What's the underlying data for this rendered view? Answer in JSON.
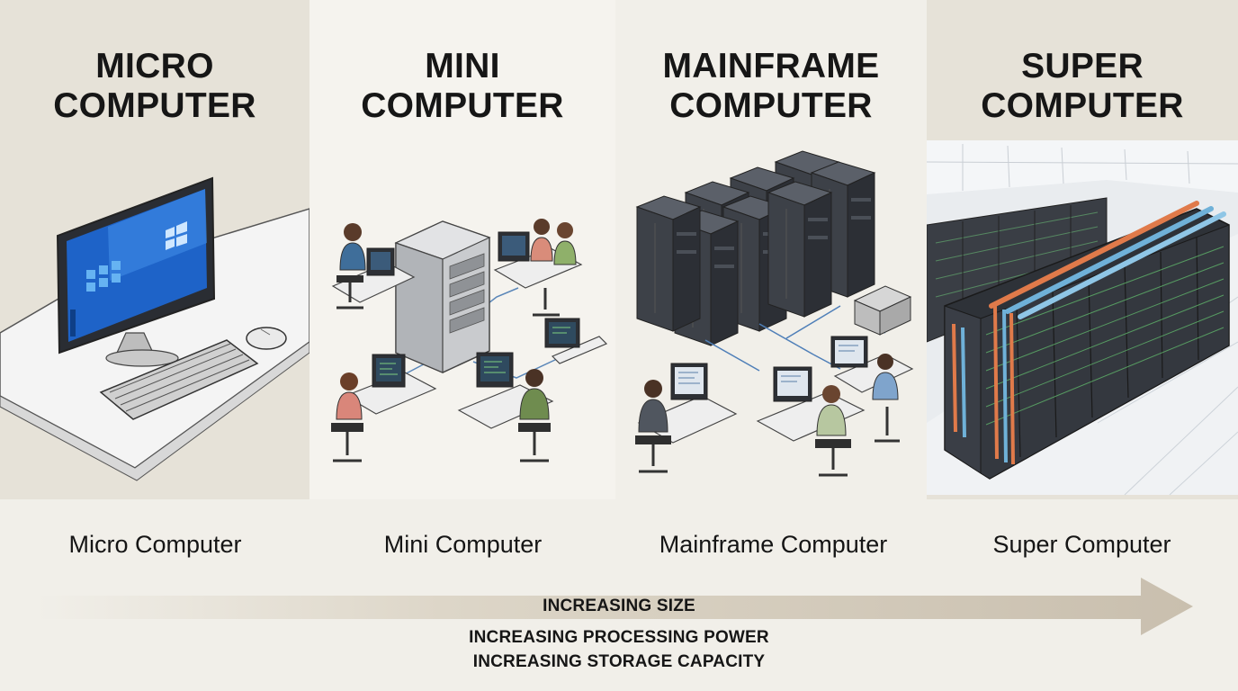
{
  "panels": {
    "micro": {
      "title_line1": "MICRO",
      "title_line2": "COMPUTER",
      "caption": "Micro Computer"
    },
    "mini": {
      "title_line1": "MINI",
      "title_line2": "COMPUTER",
      "caption": "Mini Computer"
    },
    "mainframe": {
      "title_line1": "MAINFRAME",
      "title_line2": "COMPUTER",
      "caption": "Mainframe Computer"
    },
    "super": {
      "title_line1": "SUPER",
      "title_line2": "COMPUTER",
      "caption": "Super Computer"
    }
  },
  "arrow": {
    "line1": "INCREASING SIZE",
    "line2": "INCREASING PROCESSING POWER",
    "line3": "INCREASING STORAGE CAPACITY"
  },
  "colors": {
    "panel_shade": "#e6e2d8",
    "panel_light": "#f5f3ee",
    "rack_dark": "#3d4148",
    "screen_blue": "#1e63c8",
    "cable_orange": "#e07a4a",
    "cable_blue": "#6fb1d8",
    "arrow": "#c9bfae"
  }
}
